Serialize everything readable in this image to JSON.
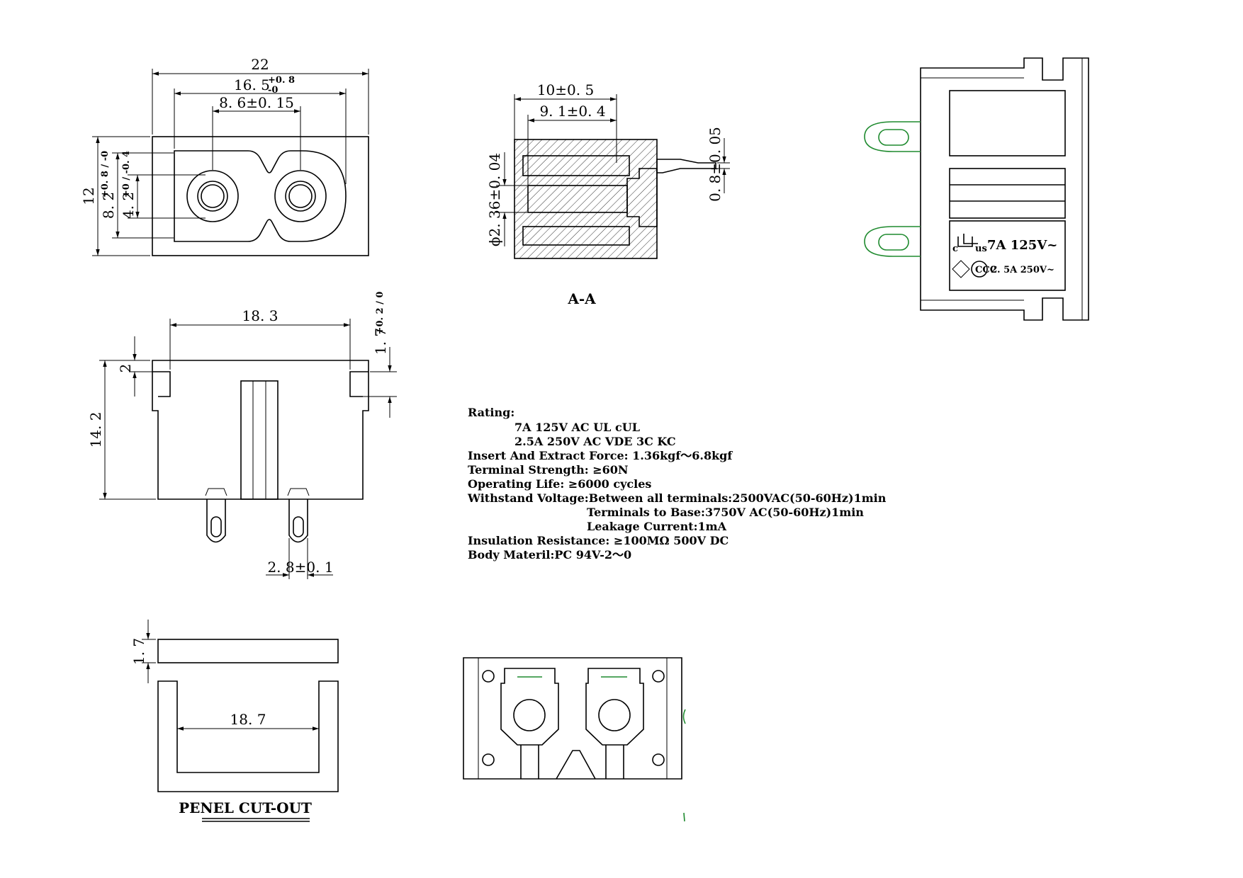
{
  "front_view": {
    "dim_width": "22",
    "dim_inner_main": "16. 5",
    "dim_inner_tol_plus": "+0. 8",
    "dim_inner_tol_minus": "-0",
    "dim_pin_spacing": "8. 6±0. 15",
    "dim_height": "12",
    "dim_8_2_main": "8. 2",
    "dim_8_2_tol": "+0. 8 / -0",
    "dim_4_2_main": "4. 2",
    "dim_4_2_tol": "+0 / -0. 4"
  },
  "section_view": {
    "dim_10": "10±0. 5",
    "dim_9_1": "9. 1±0. 4",
    "dim_pin_dia": "ϕ2. 36±0. 04",
    "dim_terminal": "0. 8±0. 05",
    "label": "A-A"
  },
  "side_view": {
    "dim_18_3": "18. 3",
    "dim_1_7_main": "1. 7",
    "dim_1_7_tol": "+0. 2 / 0",
    "dim_2": "2",
    "dim_14_2": "14. 2",
    "dim_terminal": "2. 8±0. 1"
  },
  "cutout": {
    "dim_thickness": "1. 7",
    "dim_width": "18. 7",
    "title": "PENEL CUT-OUT"
  },
  "rear_view": {
    "marking_rating_1": "7A  125V~",
    "marking_rating_2": "2. 5A  250V~",
    "cert_mark_1": "c",
    "cert_mark_2": "us"
  },
  "specs": [
    "Rating:",
    "7A 125V AC    UL  cUL",
    "2.5A 250V AC VDE 3C KC",
    "Insert And Extract Force:  1.36kgf～6.8kgf",
    "Terminal Strength: ≥60N",
    "Operating Life: ≥6000 cycles",
    "Withstand Voltage:Between all terminals:2500VAC(50-60Hz)1min",
    "Terminals to Base:3750V AC(50-60Hz)1min",
    "Leakage Current:1mA",
    "Insulation Resistance: ≥100MΩ   500V DC",
    "Body Materil:PC 94V-2～0"
  ]
}
